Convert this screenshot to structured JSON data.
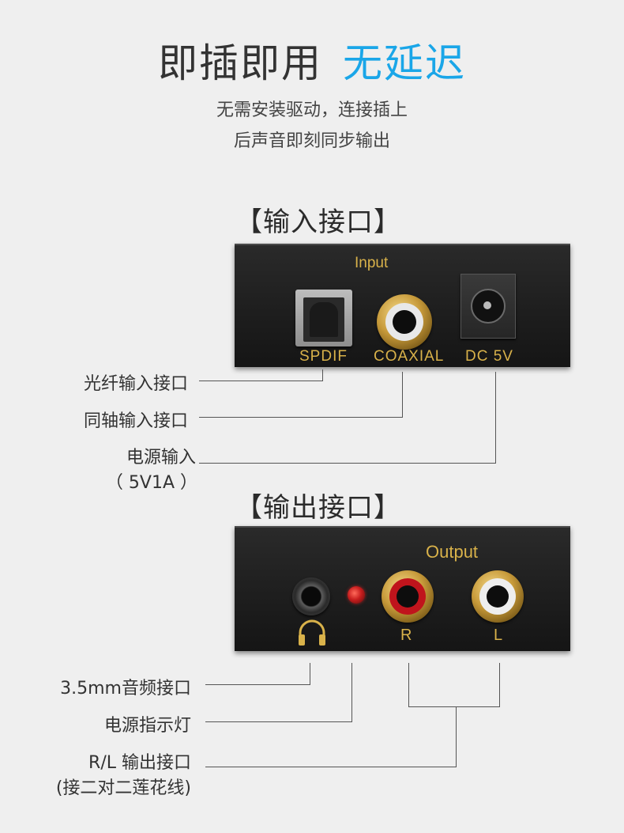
{
  "headline": {
    "main": "即插即用",
    "accent": "无延迟"
  },
  "subtitle": {
    "line1": "无需安装驱动，连接插上",
    "line2": "后声音即刻同步输出"
  },
  "colors": {
    "accent": "#1aa6e8",
    "gold_print": "#d9b24a",
    "panel": "#1e1e1e"
  },
  "input_section": {
    "title": "【输入接口】",
    "panel_label": "Input",
    "ports": {
      "spdif": "SPDIF",
      "coaxial": "COAXIAL",
      "dc": "DC  5V"
    },
    "callouts": {
      "optical": "光纤输入接口",
      "coaxial": "同轴输入接口",
      "power": "电源输入",
      "power_spec": "（ 5V1A ）"
    }
  },
  "output_section": {
    "title": "【输出接口】",
    "panel_label": "Output",
    "ports": {
      "right": "R",
      "left": "L"
    },
    "callouts": {
      "headphone": "3.5mm音频接口",
      "led": "电源指示灯",
      "rl": "R/L  输出接口",
      "rl_note": "(接二对二莲花线)"
    }
  },
  "icons": [
    "headphone-icon",
    "optical-port-icon",
    "dc-jack-icon",
    "led-indicator-icon"
  ]
}
